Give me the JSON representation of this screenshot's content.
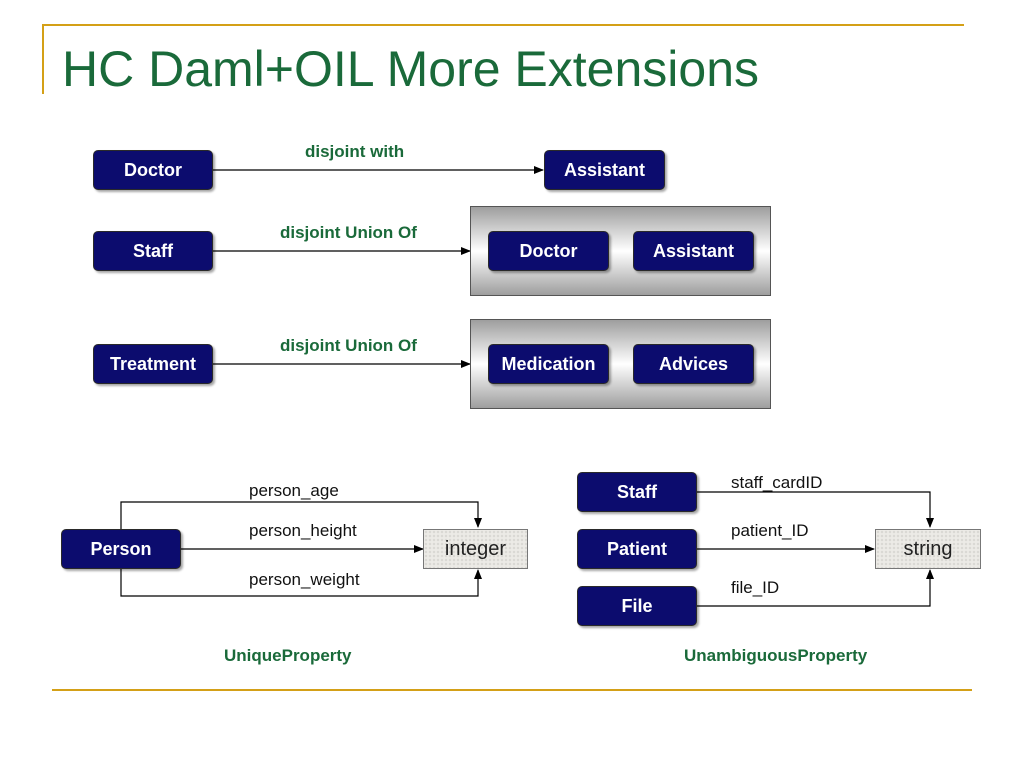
{
  "slide": {
    "title": "HC Daml+OIL More Extensions"
  },
  "disjoint_section": {
    "row1": {
      "subject": "Doctor",
      "relation": "disjoint with",
      "object": "Assistant"
    },
    "row2": {
      "subject": "Staff",
      "relation": "disjoint Union Of",
      "members": [
        "Doctor",
        "Assistant"
      ]
    },
    "row3": {
      "subject": "Treatment",
      "relation": "disjoint Union Of",
      "members": [
        "Medication",
        "Advices"
      ]
    }
  },
  "unique_section": {
    "subject": "Person",
    "type": "integer",
    "properties": [
      "person_age",
      "person_height",
      "person_weight"
    ],
    "caption": "UniqueProperty"
  },
  "unambiguous_section": {
    "subjects": [
      "Staff",
      "Patient",
      "File"
    ],
    "properties": [
      "staff_cardID",
      "patient_ID",
      "file_ID"
    ],
    "type": "string",
    "caption": "UnambiguousProperty"
  },
  "colors": {
    "title": "#1a6a3a",
    "node_fill": "#0c0c6e",
    "accent_line": "#d4a017",
    "label_green": "#1a6a3a"
  }
}
